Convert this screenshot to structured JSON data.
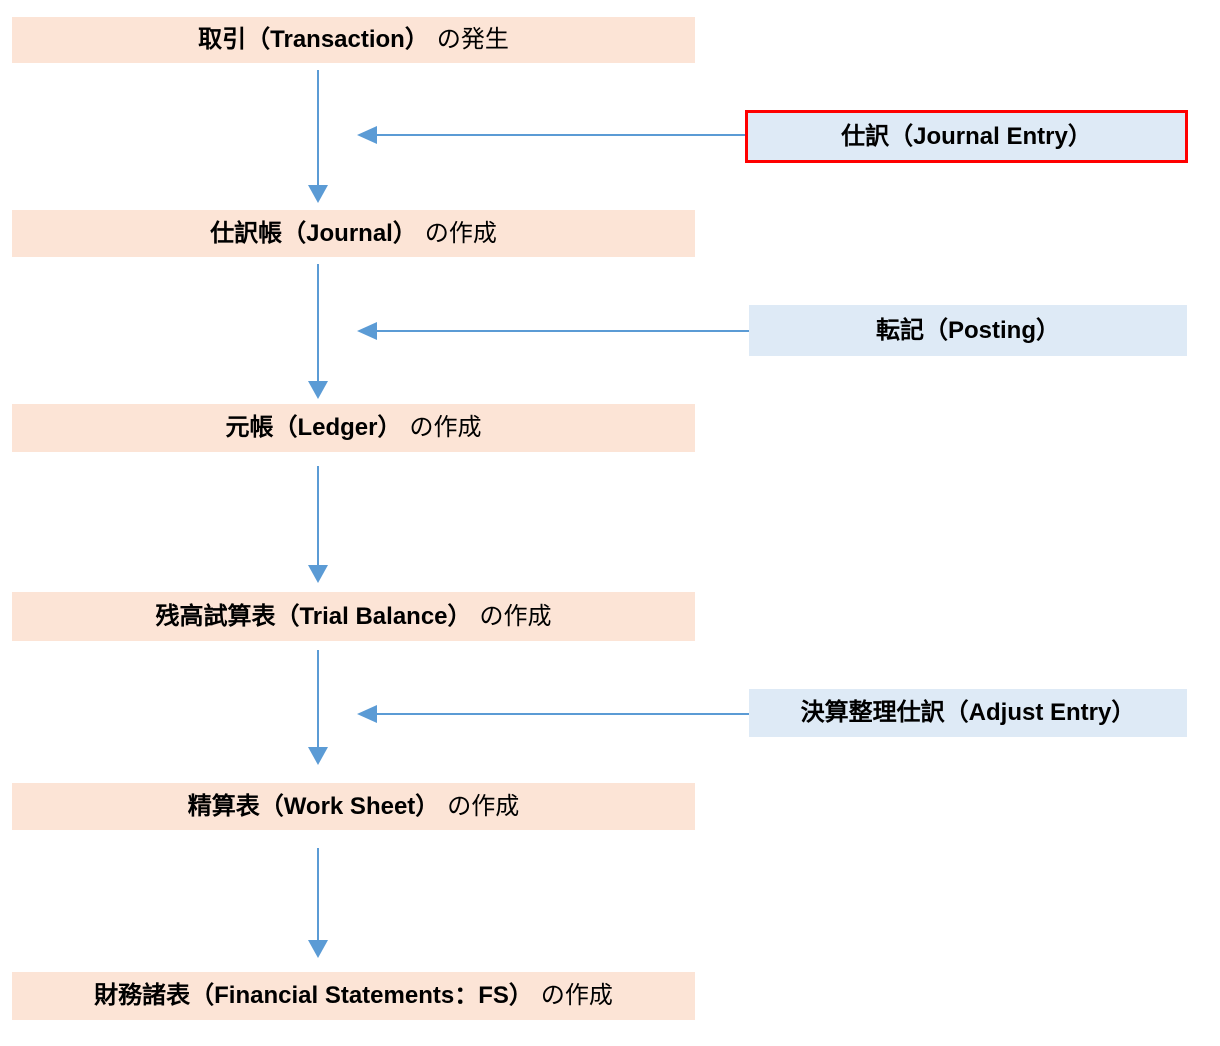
{
  "colors": {
    "flow_box_bg": "#fce4d6",
    "side_box_bg": "#deeaf6",
    "highlight_border": "#ff0000",
    "arrow": "#5b9bd5",
    "text": "#000000"
  },
  "flow_boxes": [
    {
      "name": "取引（Transaction）",
      "suffix": "の発生"
    },
    {
      "name": "仕訳帳（Journal）",
      "suffix": "の作成"
    },
    {
      "name": "元帳（Ledger）",
      "suffix": "の作成"
    },
    {
      "name": "残高試算表（Trial Balance）",
      "suffix": "の作成"
    },
    {
      "name": "精算表（Work Sheet）",
      "suffix": "の作成"
    },
    {
      "name": "財務諸表（Financial Statements：FS）",
      "suffix": "の作成"
    }
  ],
  "side_boxes": [
    {
      "label": "仕訳（Journal Entry）",
      "highlighted": true
    },
    {
      "label": "転記（Posting）",
      "highlighted": false
    },
    {
      "label": "決算整理仕訳（Adjust Entry）",
      "highlighted": false
    }
  ],
  "arrows": {
    "down_flow": [
      {
        "from": "取引（Transaction）の発生",
        "to": "仕訳帳（Journal）の作成"
      },
      {
        "from": "仕訳帳（Journal）の作成",
        "to": "元帳（Ledger）の作成"
      },
      {
        "from": "元帳（Ledger）の作成",
        "to": "残高試算表（Trial Balance）の作成"
      },
      {
        "from": "残高試算表（Trial Balance）の作成",
        "to": "精算表（Work Sheet）の作成"
      },
      {
        "from": "精算表（Work Sheet）の作成",
        "to": "財務諸表（Financial Statements：FS）の作成"
      }
    ],
    "side_inputs": [
      {
        "from": "仕訳（Journal Entry）",
        "to": "取引→仕訳帳"
      },
      {
        "from": "転記（Posting）",
        "to": "仕訳帳→元帳"
      },
      {
        "from": "決算整理仕訳（Adjust Entry）",
        "to": "残高試算表→精算表"
      }
    ]
  }
}
